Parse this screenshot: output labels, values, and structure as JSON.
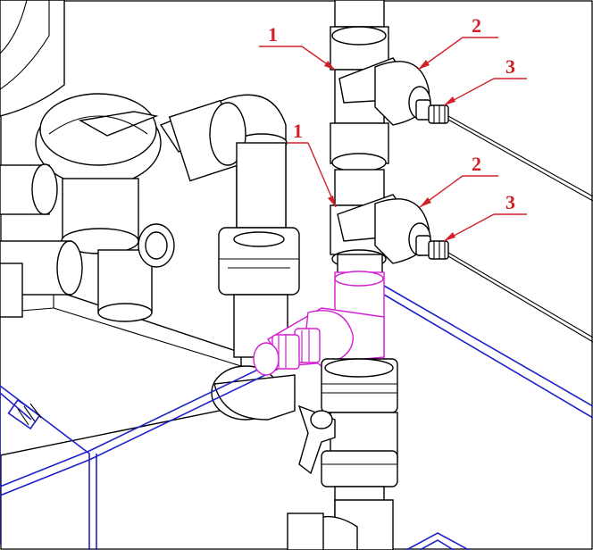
{
  "callouts": [
    {
      "label": "1"
    },
    {
      "label": "2"
    },
    {
      "label": "3"
    },
    {
      "label": "1"
    },
    {
      "label": "2"
    },
    {
      "label": "3"
    }
  ],
  "colors": {
    "callout": "#d0202a",
    "frame_blue": "#1e22c8",
    "highlight_tee": "#d21ed2",
    "linework": "#000000",
    "background": "#ffffff"
  }
}
